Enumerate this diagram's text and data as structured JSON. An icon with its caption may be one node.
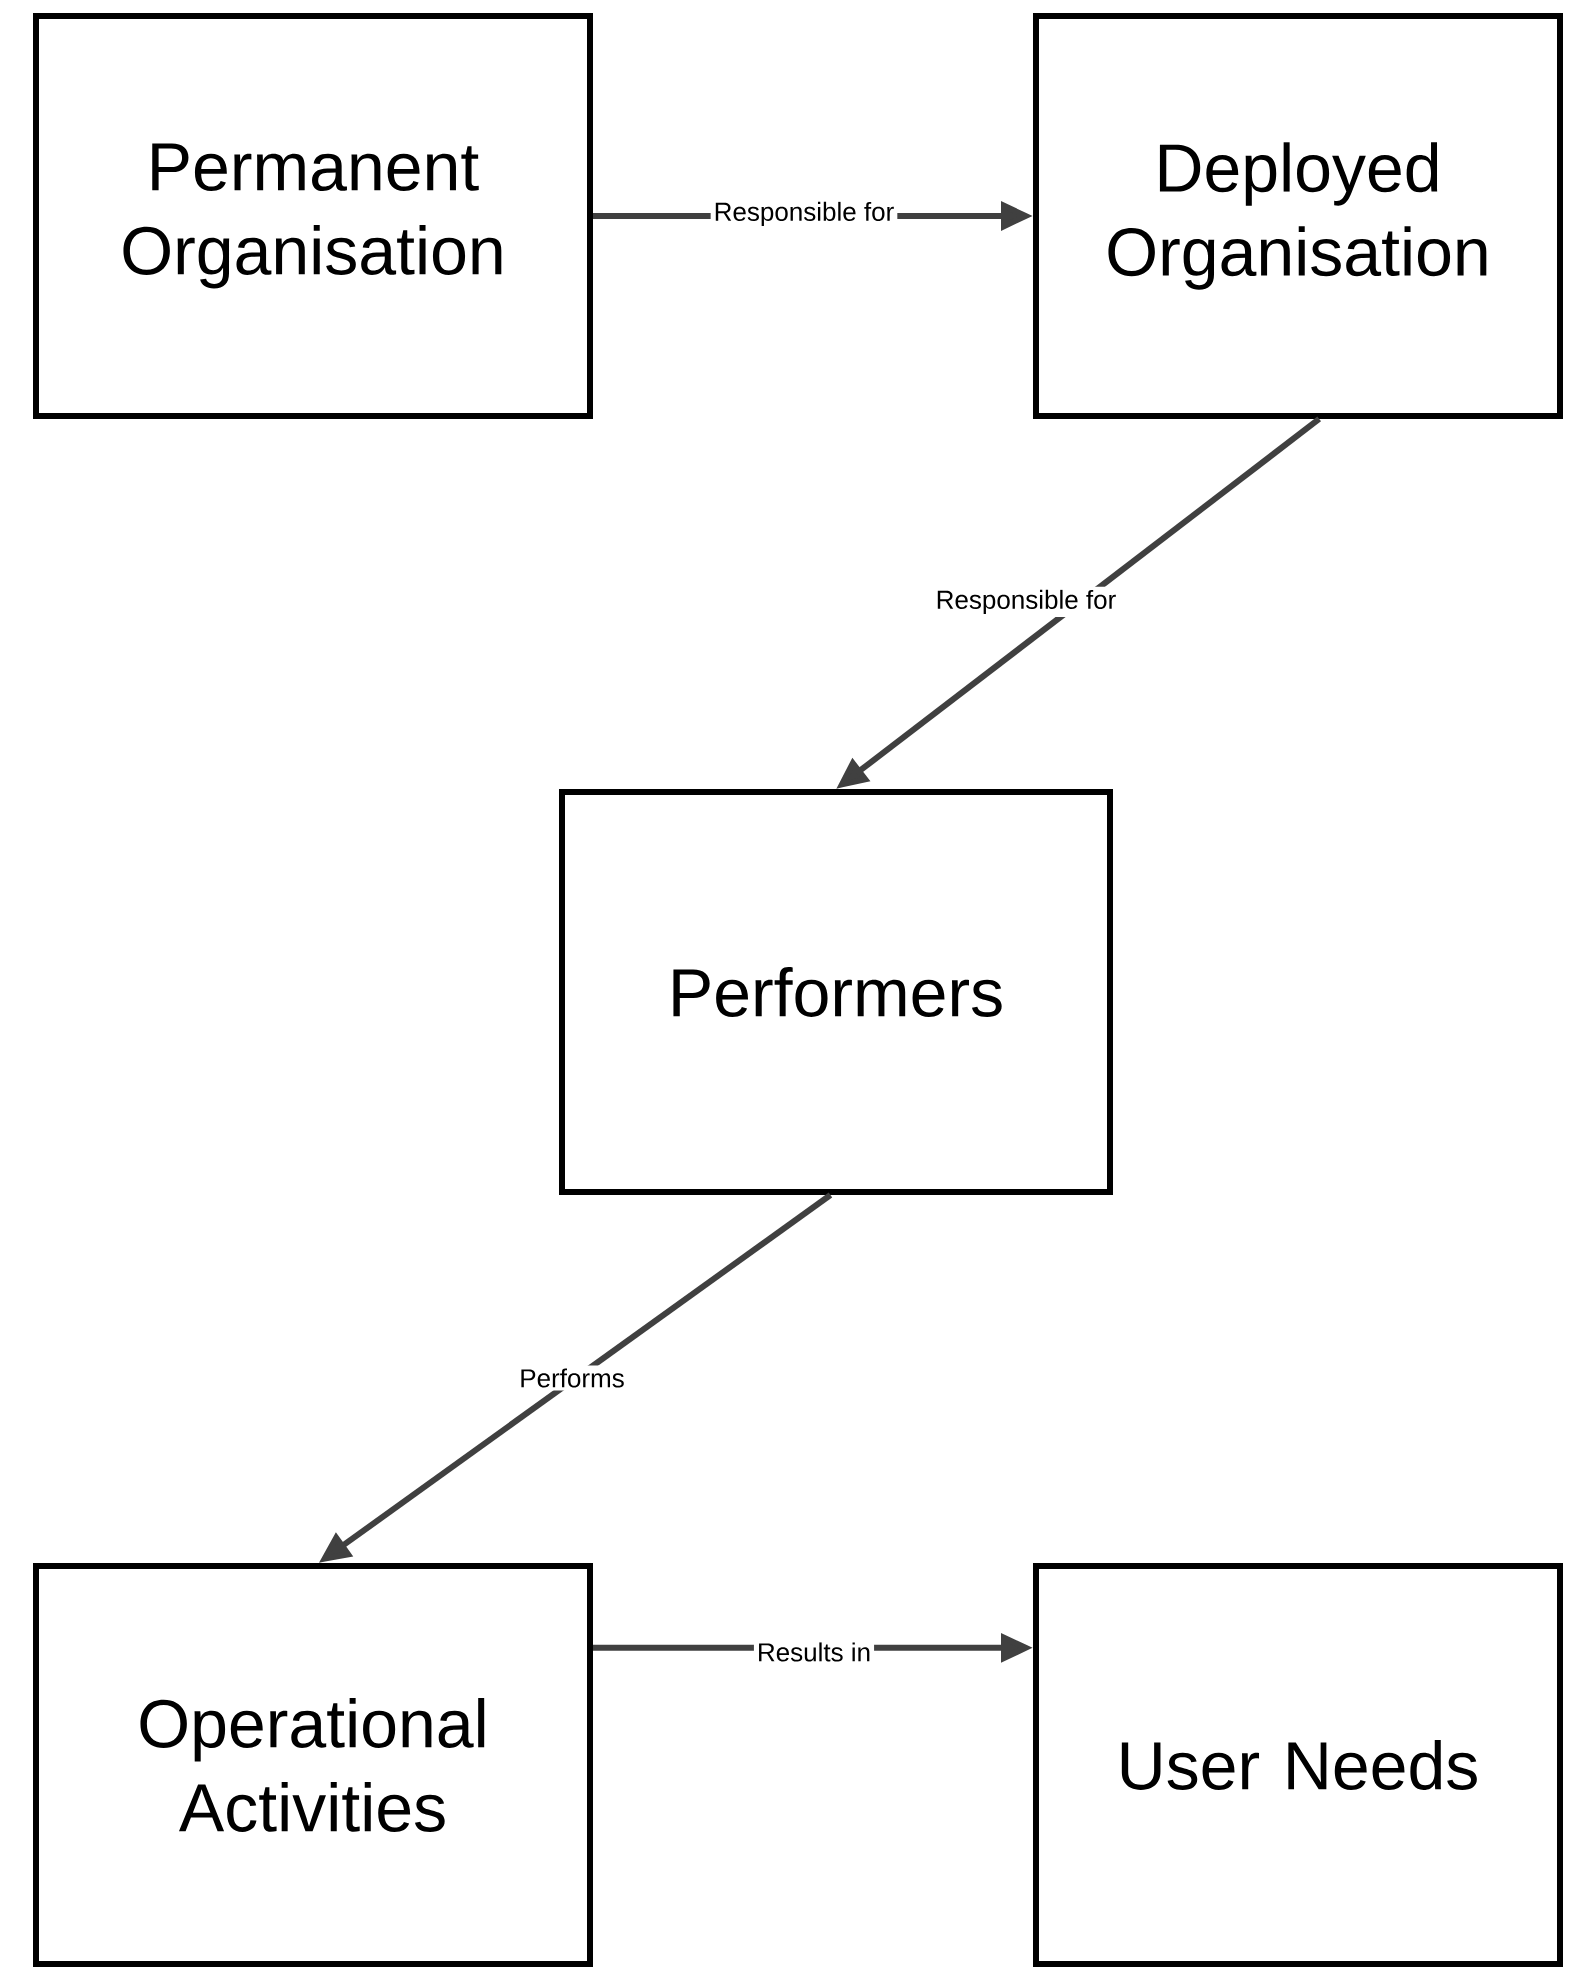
{
  "diagram": {
    "nodes": [
      {
        "text": [
          "Permanent Organisation"
        ]
      },
      {
        "text": [
          "Deployed Organisation"
        ]
      },
      {
        "text": [
          "Performers"
        ]
      },
      {
        "text": [
          "Operational Activities"
        ]
      },
      {
        "text": [
          "User Needs"
        ]
      }
    ],
    "edges": [
      {
        "from": 0,
        "to": 1,
        "arrow": "to",
        "label": "Responsible for"
      },
      {
        "from": 1,
        "to": 2,
        "arrow": "to",
        "label": "Responsible for"
      },
      {
        "from": 2,
        "to": 3,
        "arrow": "to",
        "label": "Performs"
      },
      {
        "from": 3,
        "to": 4,
        "arrow": "to",
        "label": "Results in"
      }
    ]
  }
}
